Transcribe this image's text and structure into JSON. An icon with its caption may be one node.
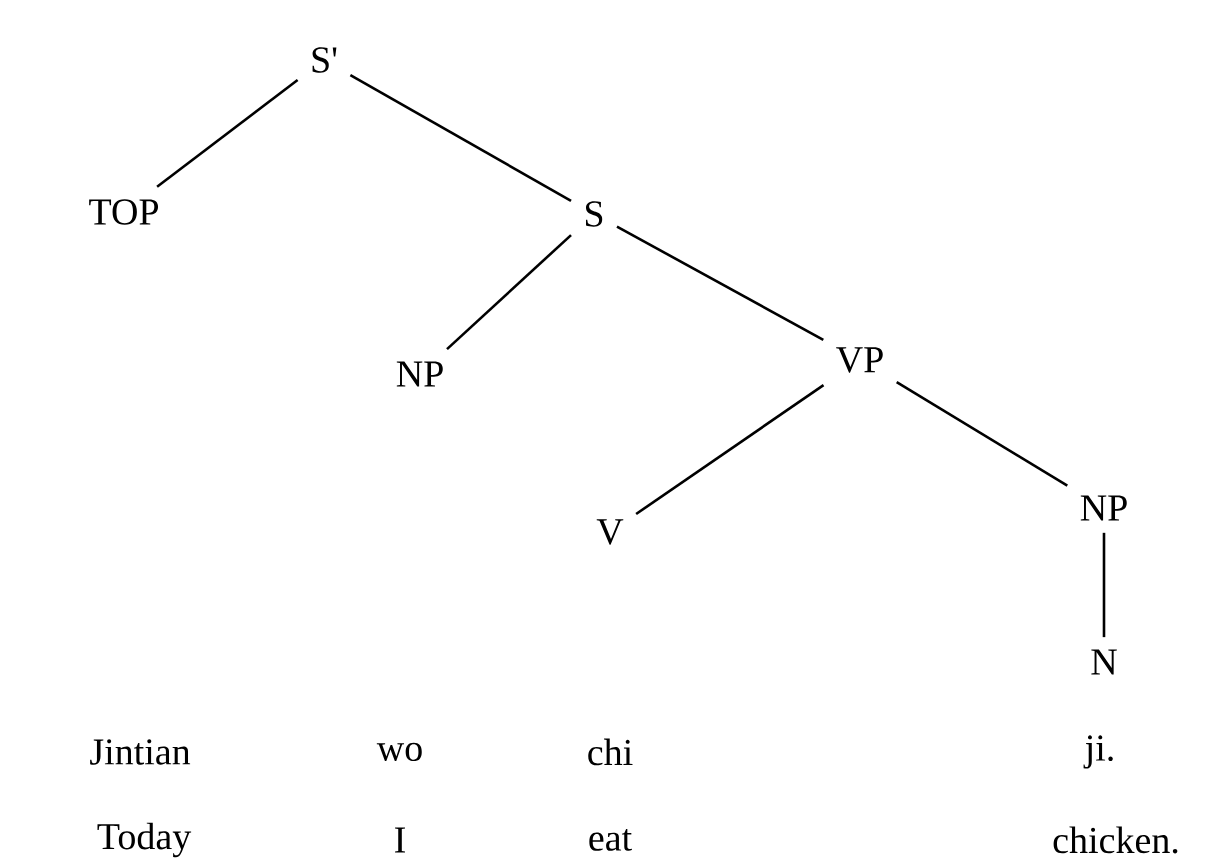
{
  "diagram": {
    "nodes": [
      {
        "text": [
          "S'"
        ]
      },
      {
        "text": [
          "TOP"
        ]
      },
      {
        "text": [
          "S"
        ]
      },
      {
        "text": [
          "NP"
        ]
      },
      {
        "text": [
          "VP"
        ]
      },
      {
        "text": [
          "V"
        ]
      },
      {
        "text": [
          "NP"
        ]
      },
      {
        "text": [
          "N"
        ]
      }
    ],
    "edges": [
      {
        "from": 0,
        "to": 1,
        "arrow": "none"
      },
      {
        "from": 0,
        "to": 2,
        "arrow": "none"
      },
      {
        "from": 2,
        "to": 3,
        "arrow": "none"
      },
      {
        "from": 2,
        "to": 4,
        "arrow": "none"
      },
      {
        "from": 4,
        "to": 5,
        "arrow": "none"
      },
      {
        "from": 4,
        "to": 6,
        "arrow": "none"
      },
      {
        "from": 6,
        "to": 7,
        "arrow": "none"
      }
    ],
    "labels": [
      "Jintian",
      "wo",
      "chi",
      "ji.",
      "Today",
      "I",
      "eat",
      "chicken."
    ]
  }
}
